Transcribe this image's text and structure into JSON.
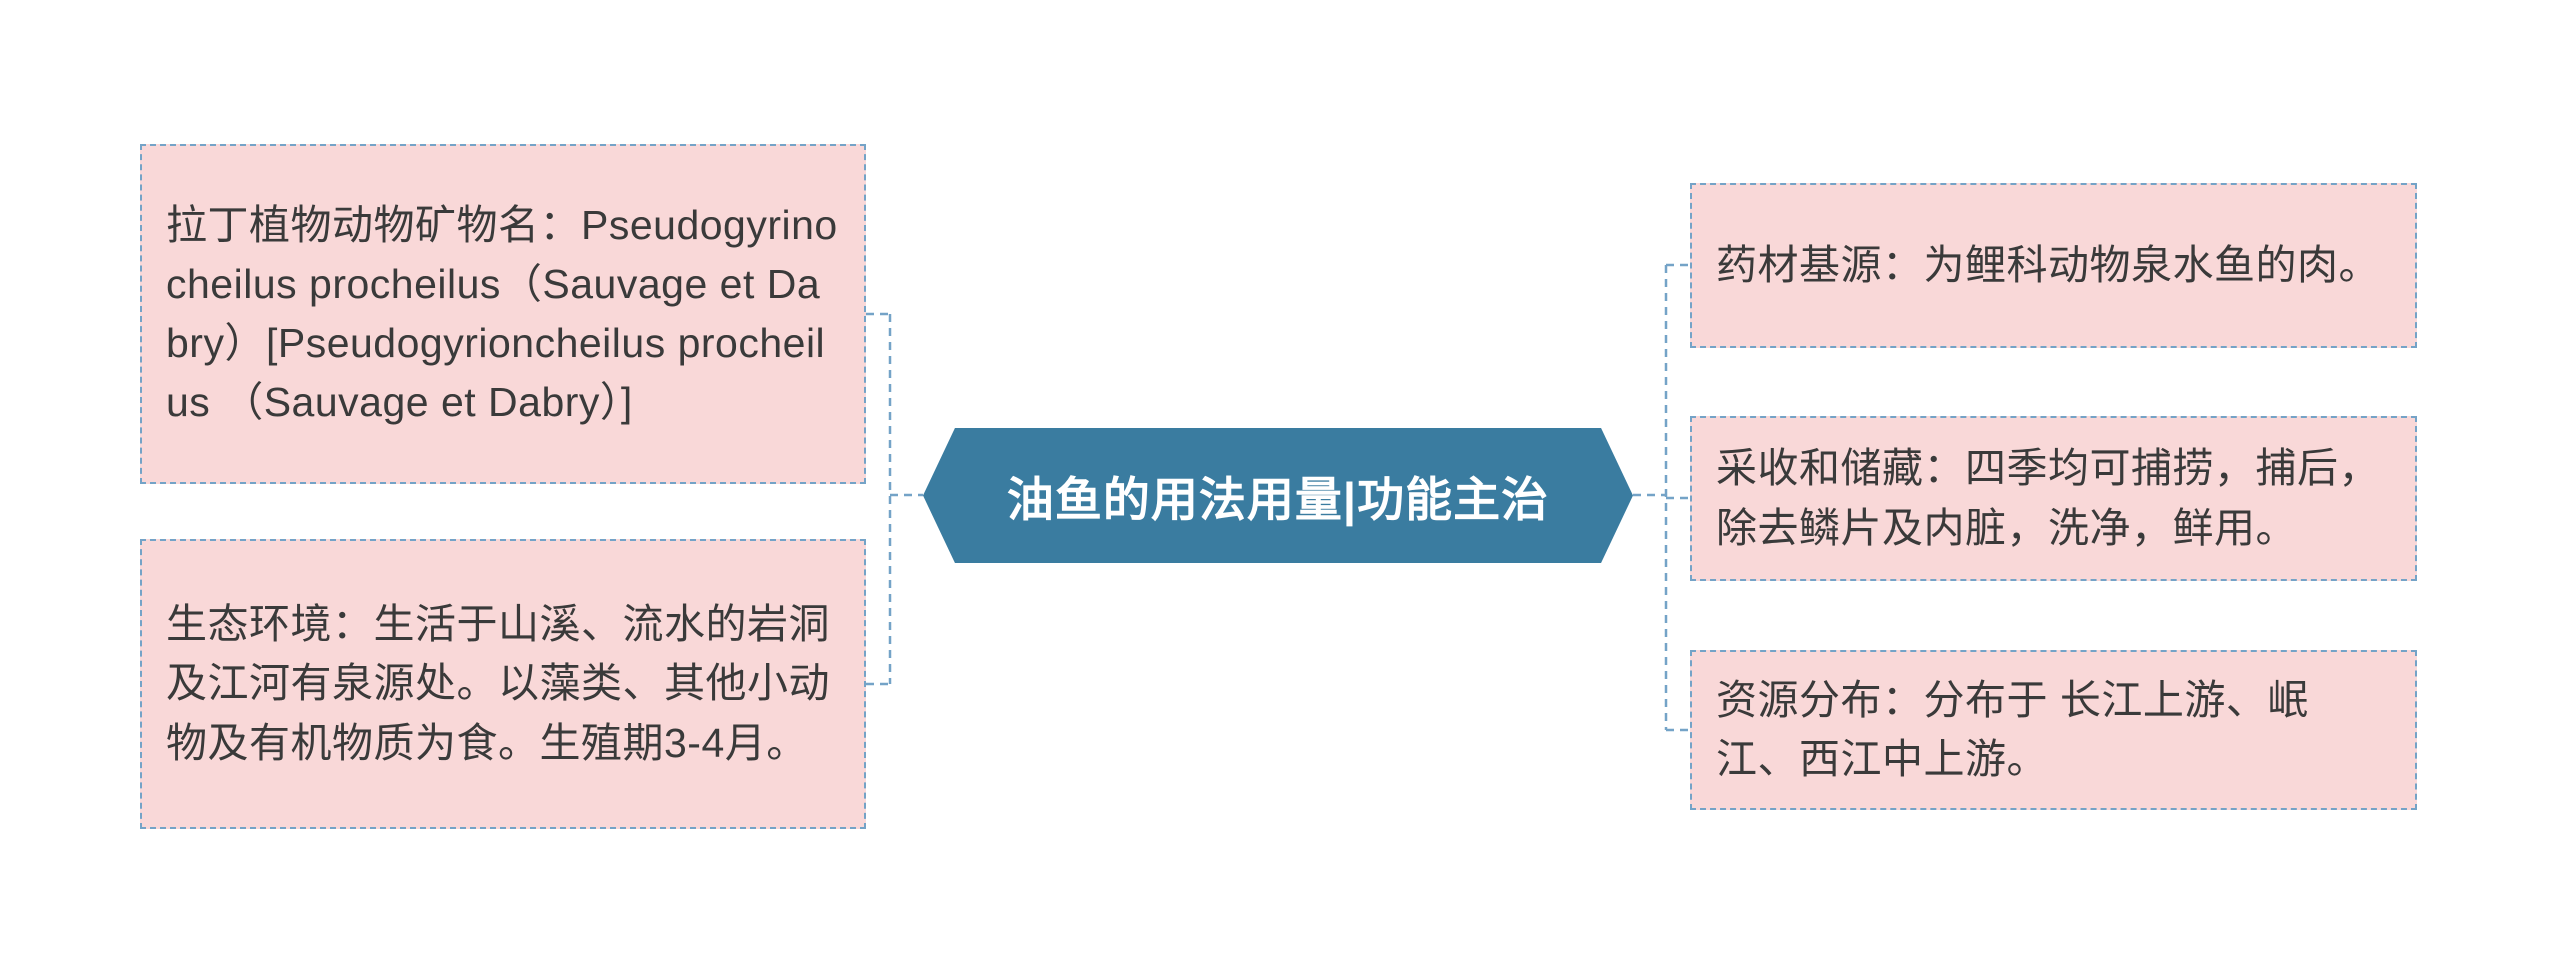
{
  "diagram": {
    "title": "油鱼的用法用量|功能主治",
    "left_nodes": [
      {
        "text": "拉丁植物动物矿物名：Pseudogyrinocheilus procheilus（Sauvage et Dabry）[Pseudogyrioncheilus procheilus （Sauvage et Dabry）]"
      },
      {
        "text": "生态环境：生活于山溪、流水的岩洞及江河有泉源处。以藻类、其他小动物及有机物质为食。生殖期3-4月。"
      }
    ],
    "right_nodes": [
      {
        "text": "药材基源：为鲤科动物泉水鱼的肉。"
      },
      {
        "text": "采收和储藏：四季均可捕捞，捕后，除去鳞片及内脏，洗净，鲜用。"
      },
      {
        "text": "资源分布：分布于 长江上游、岷江、西江中上游。"
      }
    ],
    "colors": {
      "node_fill": "#f9d8d8",
      "node_border": "#74a3c7",
      "center_fill": "#3a7ca0",
      "center_text": "#ffffff",
      "connector": "#74a3c7",
      "text": "#3a3a3a"
    }
  }
}
